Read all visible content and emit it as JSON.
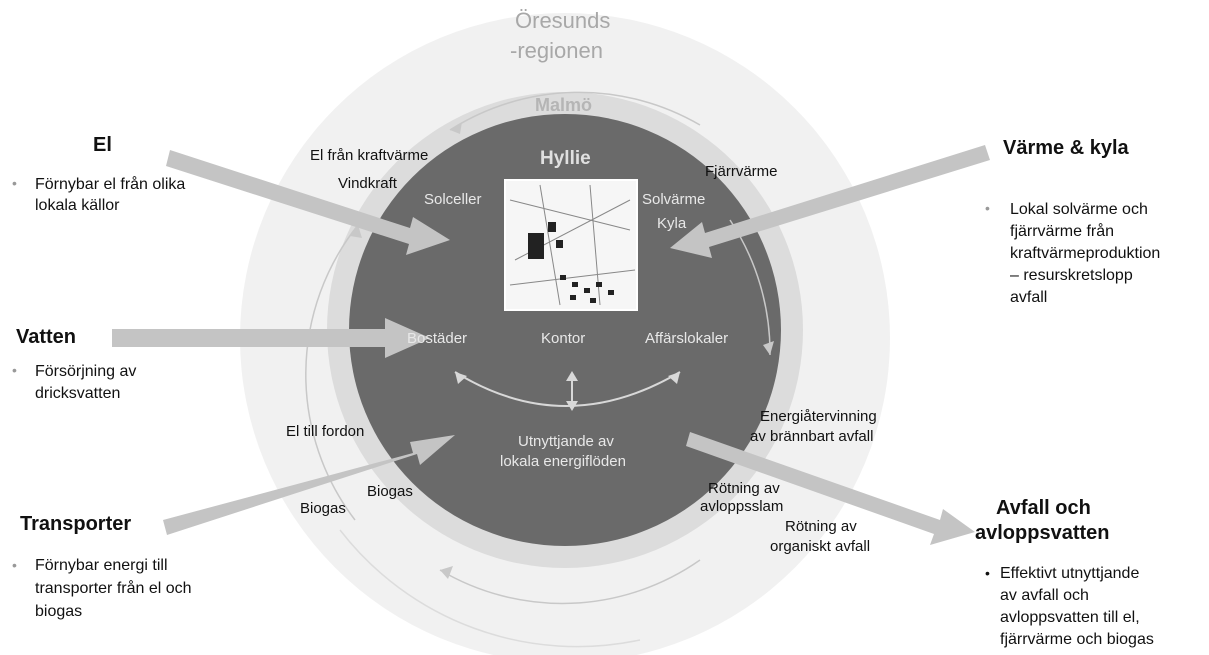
{
  "outer_region": {
    "line1": "Öresunds",
    "line2": "-regionen"
  },
  "middle_ring": {
    "label": "Malmö"
  },
  "center": {
    "title": "Hyllie",
    "left_label": "Solceller",
    "right_label_1": "Solvärme",
    "right_label_2": "Kyla",
    "buildings": [
      "Bostäder",
      "Kontor",
      "Affärslokaler"
    ],
    "bottom_line1": "Utnyttjande av",
    "bottom_line2": "lokala energiflöden"
  },
  "flow_labels": {
    "el_fran_kraftvarme": "El från kraftvärme",
    "vindkraft": "Vindkraft",
    "fjarrvarme": "Fjärrvärme",
    "el_till_fordon": "El till fordon",
    "biogas_inner": "Biogas",
    "biogas_outer": "Biogas",
    "energiatervinning_1": "Energiåtervinning",
    "energiatervinning_2": "av brännbart avfall",
    "rotning_1": "Rötning av",
    "rotning_2": "avloppsslam",
    "rotning_org_1": "Rötning av",
    "rotning_org_2": "organiskt avfall"
  },
  "sides": {
    "el": {
      "heading": "El",
      "lines": [
        "Förnybar el från olika",
        "lokala källor"
      ]
    },
    "vatten": {
      "heading": "Vatten",
      "lines": [
        "Försörjning av",
        "dricksvatten"
      ]
    },
    "transporter": {
      "heading": "Transporter",
      "lines": [
        "Förnybar energi till",
        "transporter från el och",
        "biogas"
      ]
    },
    "varme": {
      "heading": "Värme & kyla",
      "lines": [
        "Lokal solvärme och",
        "fjärrvärme från",
        "kraftvärmeproduktion",
        "– resurskretslopp",
        "avfall"
      ]
    },
    "avfall": {
      "heading_1": "Avfall och",
      "heading_2": "avloppsvatten",
      "lines": [
        "Effektivt utnyttjande",
        "av avfall och",
        "avloppsvatten till el,",
        "fjärrvärme och biogas"
      ]
    }
  },
  "bullet_symbol": "•",
  "colors": {
    "outer": "#efefef",
    "middle": "#dcdcdc",
    "inner": "#6a6a6a",
    "arrow": "#c2c2c2",
    "ring_text": "#b5b5b5"
  }
}
